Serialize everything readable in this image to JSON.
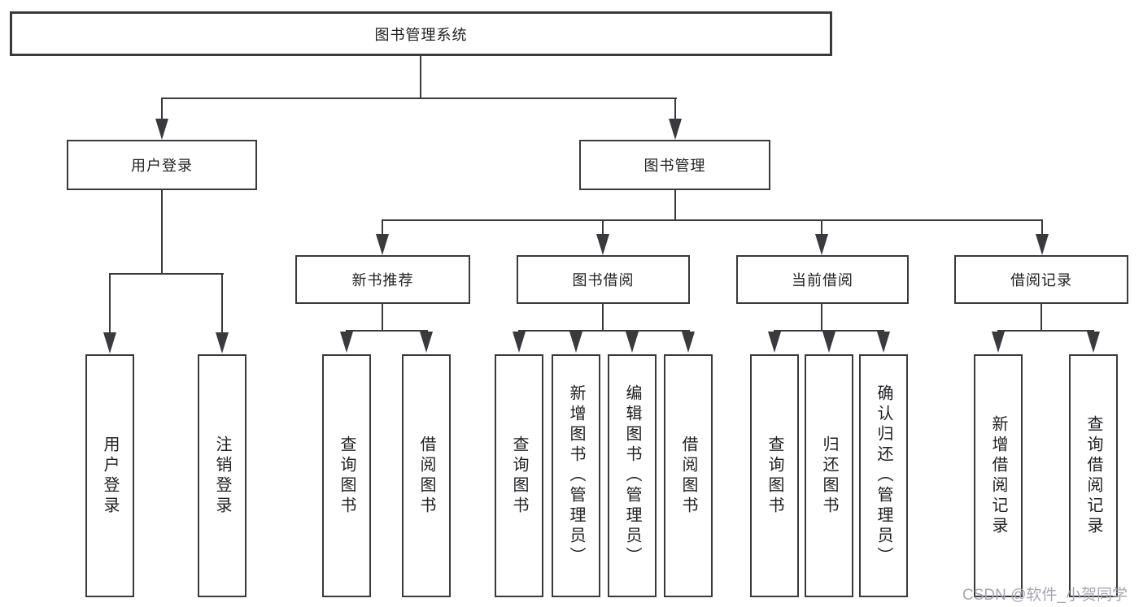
{
  "diagram": {
    "root": {
      "label": "图书管理系统"
    },
    "user_login": {
      "label": "用户登录",
      "children": [
        {
          "label": "用户登录"
        },
        {
          "label": "注销登录"
        }
      ]
    },
    "book_management": {
      "label": "图书管理",
      "sections": [
        {
          "label": "新书推荐",
          "children": [
            {
              "label": "查询图书"
            },
            {
              "label": "借阅图书"
            }
          ]
        },
        {
          "label": "图书借阅",
          "children": [
            {
              "label": "查询图书"
            },
            {
              "label": "新增图书（管理员）"
            },
            {
              "label": "编辑图书（管理员）"
            },
            {
              "label": "借阅图书"
            }
          ]
        },
        {
          "label": "当前借阅",
          "children": [
            {
              "label": "查询图书"
            },
            {
              "label": "归还图书"
            },
            {
              "label": "确认归还（管理员）"
            }
          ]
        },
        {
          "label": "借阅记录",
          "children": [
            {
              "label": "新增借阅记录"
            },
            {
              "label": "查询借阅记录"
            }
          ]
        }
      ]
    }
  },
  "watermark": {
    "text": "CSDN @软件_小贺同学"
  },
  "colors": {
    "line": "#3a3a3e",
    "text": "#1f1f23",
    "background": "#ffffff",
    "watermark": "#a6a6b2"
  }
}
